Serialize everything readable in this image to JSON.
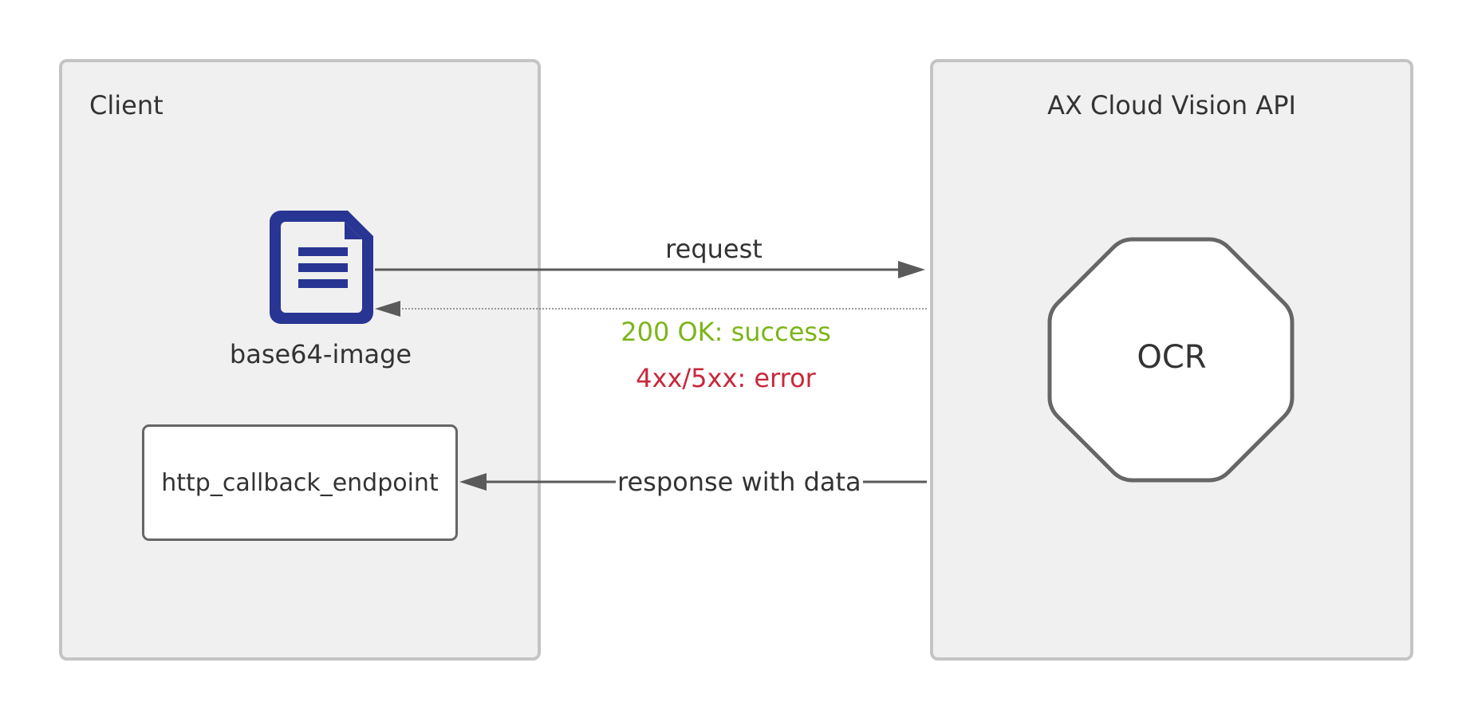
{
  "client": {
    "title": "Client",
    "image_label": "base64-image",
    "callback_endpoint": "http_callback_endpoint"
  },
  "api": {
    "title": "AX Cloud Vision API",
    "ocr_label": "OCR"
  },
  "edges": {
    "request": "request",
    "success": "200 OK: success",
    "error": "4xx/5xx: error",
    "response": "response with data"
  },
  "colors": {
    "panel_fill": "#f0f0f0",
    "panel_border": "#c4c4c4",
    "document_icon": "#283593",
    "success": "#7cb518",
    "error": "#c8283c",
    "arrow": "#5a5a5a"
  },
  "icons": {
    "document": "document-icon"
  }
}
